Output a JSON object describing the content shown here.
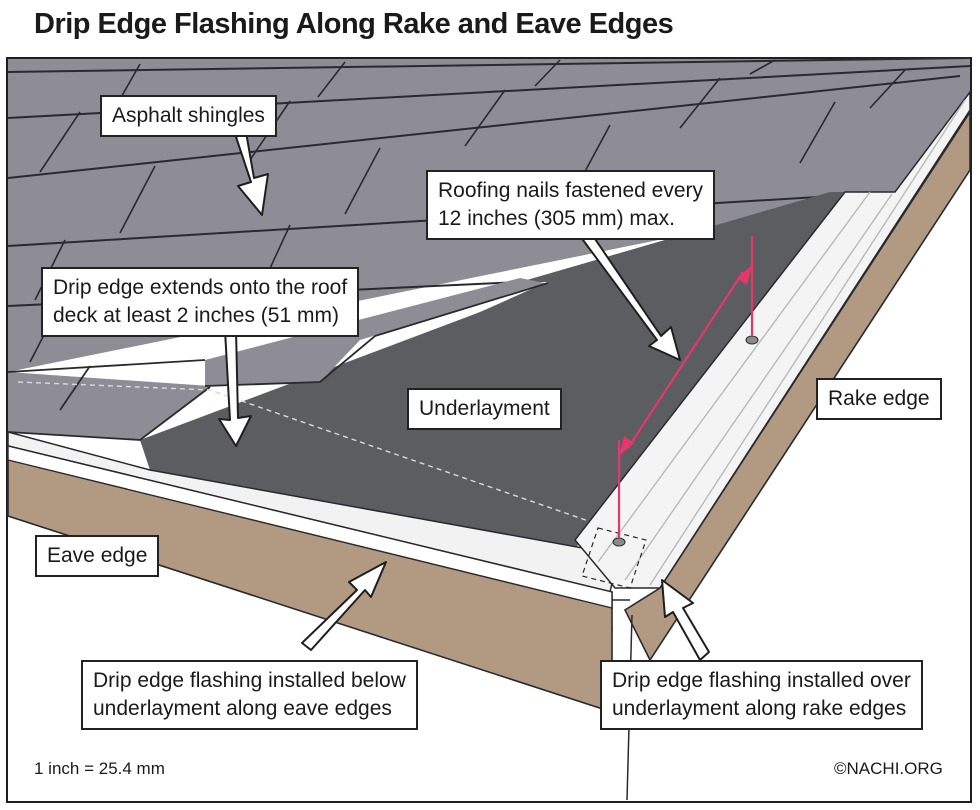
{
  "title": "Drip Edge Flashing Along Rake and Eave Edges",
  "labels": {
    "asphalt_shingles": "Asphalt shingles",
    "roofing_nails": [
      "Roofing nails fastened every",
      "12 inches (305 mm) max."
    ],
    "drip_edge_extends": [
      "Drip edge extends onto the roof",
      "deck at least 2 inches (51 mm)"
    ],
    "underlayment": "Underlayment",
    "rake_edge": "Rake edge",
    "eave_edge": "Eave edge",
    "eave_flashing": [
      "Drip edge flashing installed below",
      "underlayment along eave edges"
    ],
    "rake_flashing": [
      "Drip edge flashing installed over",
      "underlayment along rake edges"
    ]
  },
  "footer": {
    "conversion": "1 inch = 25.4 mm",
    "credit": "©NACHI.ORG"
  },
  "colors": {
    "shingle": "#8e8c95",
    "shingle_line": "#2a2a2e",
    "underlayment": "#5c5d61",
    "fascia": "#b29a82",
    "flashing": "#f4f4f4",
    "dimension": "#e5376b"
  }
}
